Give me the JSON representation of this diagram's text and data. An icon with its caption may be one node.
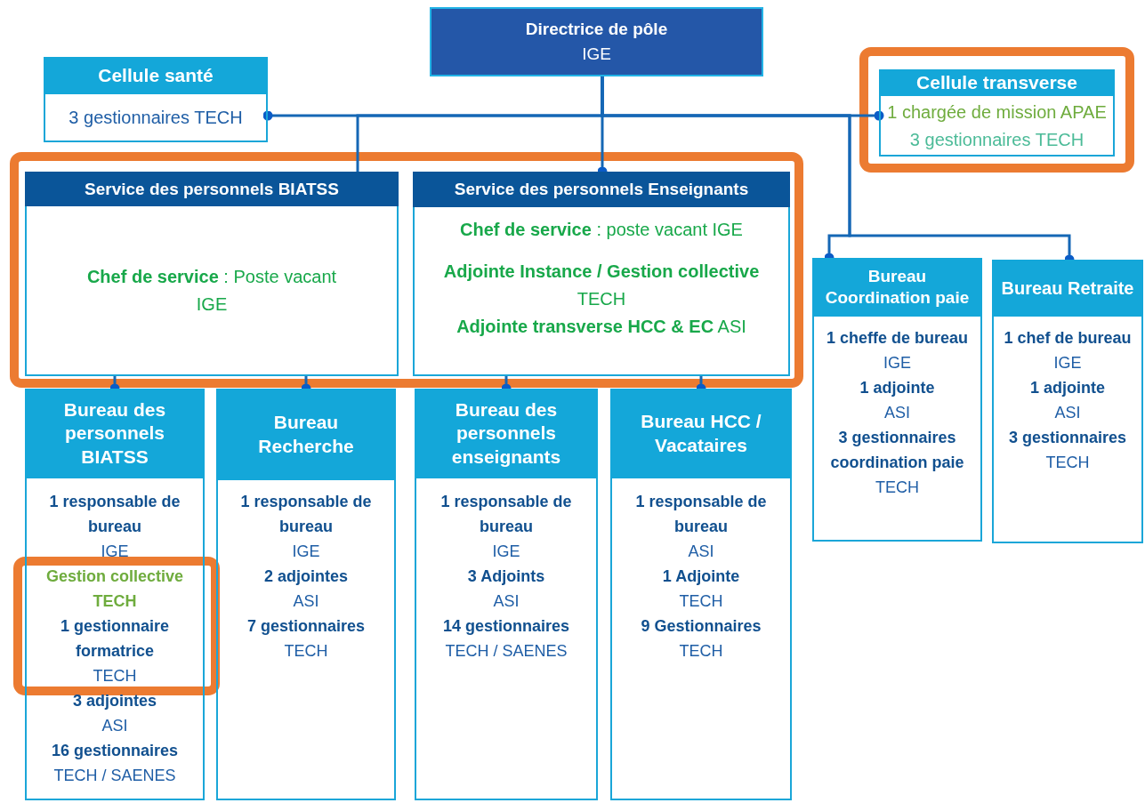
{
  "diagram": {
    "nodes": [
      {
        "text": [
          "Directrice de pôle",
          "IGE"
        ]
      },
      {
        "text": [
          "Cellule santé",
          "3 gestionnaires TECH"
        ]
      },
      {
        "text": [
          "Cellule transverse",
          "1 chargée de mission APAE",
          "3 gestionnaires TECH"
        ]
      },
      {
        "text": [
          "Service des personnels BIATSS",
          "**Chef de service** : Poste vacant IGE"
        ]
      },
      {
        "text": [
          "Service des personnels Enseignants",
          "**Chef de service** : poste vacant IGE",
          "**Adjointe Instance / Gestion collective** TECH",
          "**Adjointe transverse HCC & EC** ASI"
        ]
      },
      {
        "text": [
          "Bureau Coordination paie",
          "**1 cheffe de bureau** IGE",
          "**1 adjointe** ASI",
          "**3 gestionnaires coordination paie** TECH"
        ]
      },
      {
        "text": [
          "Bureau Retraite",
          "**1 chef de bureau** IGE",
          "**1 adjointe** ASI",
          "**3 gestionnaires** TECH"
        ]
      },
      {
        "text": [
          "Bureau des personnels BIATSS",
          "**1 responsable de bureau** IGE",
          "Gestion collective TECH",
          "**1 gestionnaire formatrice** TECH",
          "**3 adjointes** ASI",
          "**16 gestionnaires** TECH / SAENES"
        ]
      },
      {
        "text": [
          "Bureau Recherche",
          "**1 responsable de bureau** IGE",
          "**2 adjointes** ASI",
          "**7 gestionnaires** TECH"
        ]
      },
      {
        "text": [
          "Bureau des personnels enseignants",
          "**1 responsable de bureau** IGE",
          "**3 Adjoints** ASI",
          "**14 gestionnaires** TECH / SAENES"
        ]
      },
      {
        "text": [
          "Bureau HCC / Vacataires",
          "**1 responsable de bureau** ASI",
          "**1 Adjointe** TECH",
          "**9 Gestionnaires** TECH"
        ]
      }
    ],
    "edges": [
      {
        "from": 0,
        "to": 1,
        "arrow": "other"
      },
      {
        "from": 0,
        "to": 2,
        "arrow": "other"
      },
      {
        "from": 0,
        "to": 3,
        "arrow": "none"
      },
      {
        "from": 0,
        "to": 4,
        "arrow": "other"
      },
      {
        "from": 0,
        "to": 5,
        "arrow": "other"
      },
      {
        "from": 0,
        "to": 6,
        "arrow": "other"
      },
      {
        "from": 3,
        "to": 7,
        "arrow": "other"
      },
      {
        "from": 3,
        "to": 8,
        "arrow": "other"
      },
      {
        "from": 4,
        "to": 9,
        "arrow": "other"
      },
      {
        "from": 4,
        "to": 10,
        "arrow": "other"
      }
    ]
  }
}
